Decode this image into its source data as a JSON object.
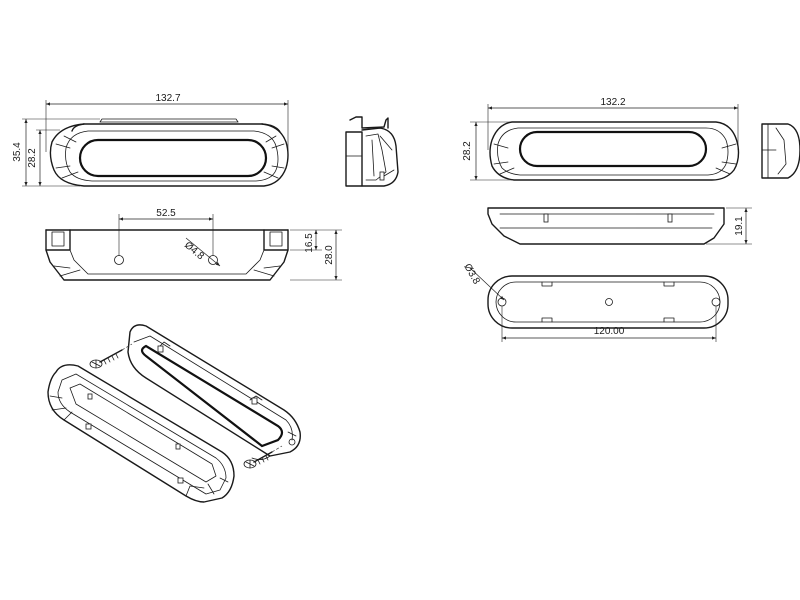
{
  "dimensions": {
    "front_left_width": "132.7",
    "front_left_total_height": "35.4",
    "front_left_body_height": "28.2",
    "bottom_left_hole_spacing": "52.5",
    "bottom_left_hole_diameter": "Ø4.8",
    "bottom_left_upper_height": "16.5",
    "bottom_left_total_height": "28.0",
    "front_right_width": "132.2",
    "front_right_body_height": "28.2",
    "side_right_height": "19.1",
    "back_right_hole_diameter": "Ø3.8",
    "back_right_hole_spacing": "120.00"
  }
}
